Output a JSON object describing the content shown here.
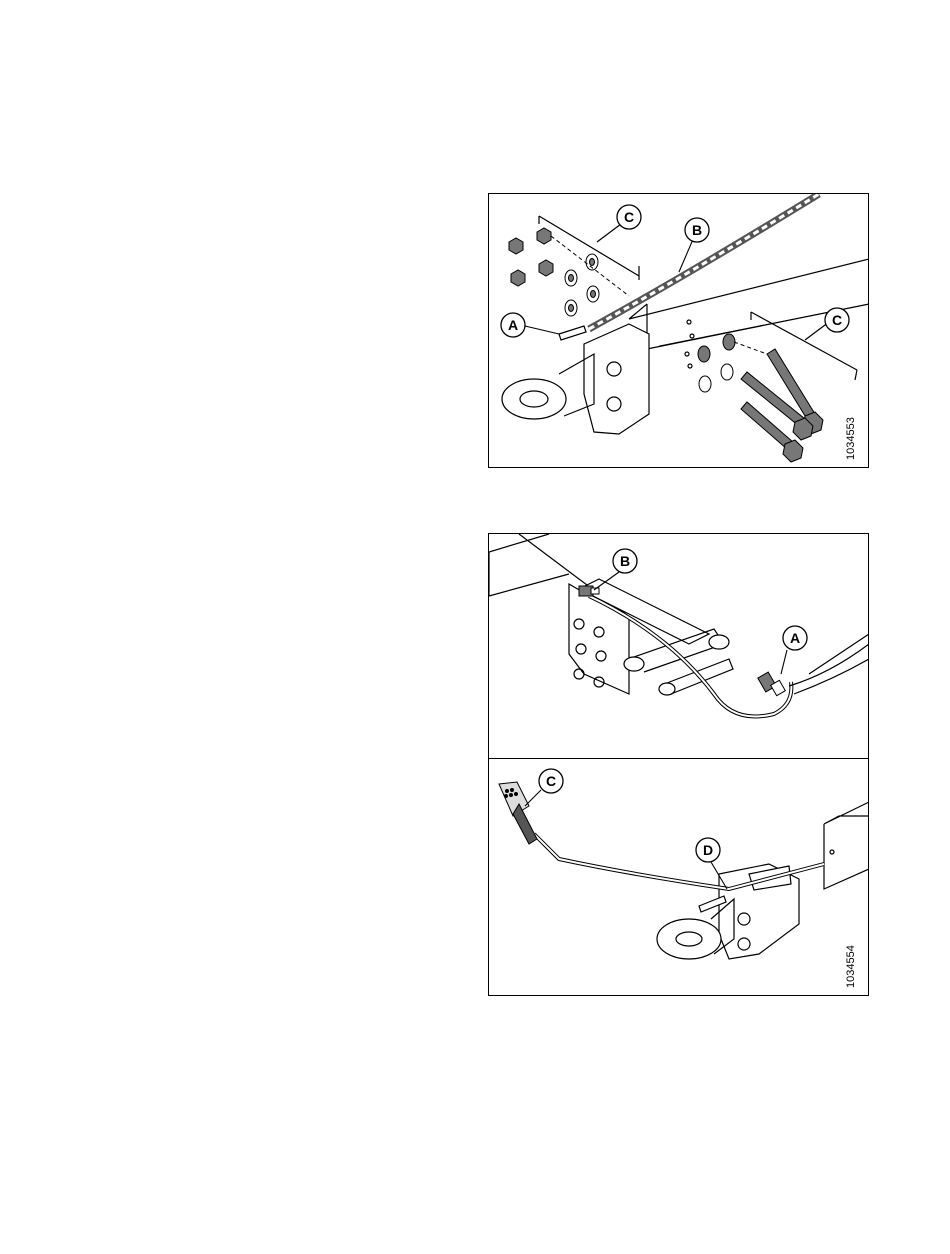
{
  "figure1": {
    "callouts": {
      "a": "A",
      "b": "B",
      "c1": "C",
      "c2": "C"
    },
    "figure_number": "1034553"
  },
  "figure2": {
    "callouts": {
      "a": "A",
      "b": "B",
      "c": "C",
      "d": "D"
    },
    "figure_number": "1034554"
  },
  "colors": {
    "line": "#000000",
    "fill": "#ffffff",
    "hardware": "#777777"
  }
}
